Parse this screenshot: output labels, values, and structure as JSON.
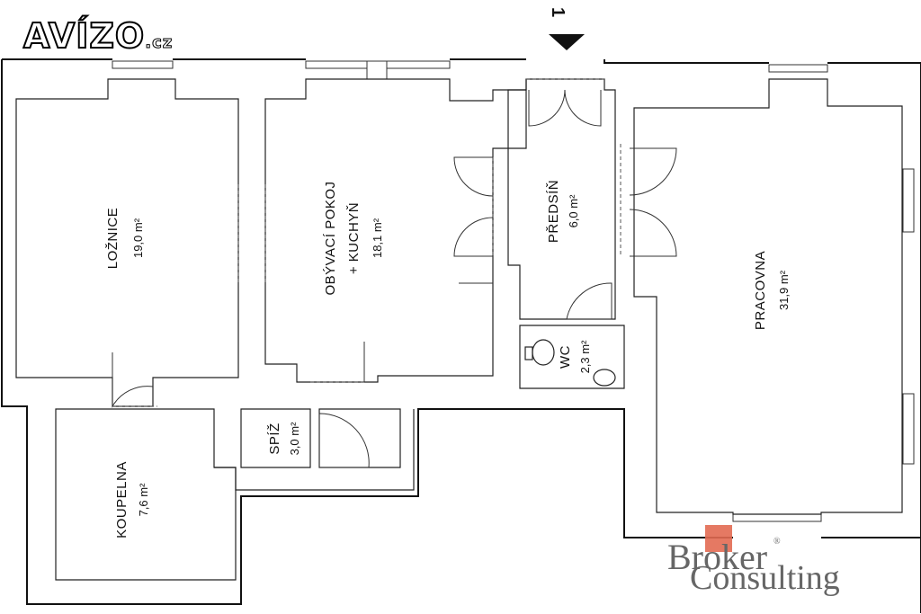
{
  "logos": {
    "avizo": "AVÍZO",
    "avizo_tld": ".cz",
    "broker": "Broker",
    "consulting": "Consulting",
    "registered": "®"
  },
  "entrance": {
    "number": "1"
  },
  "rooms": [
    {
      "name": "LOŽNICE",
      "area": "19,0 m²"
    },
    {
      "name": "OBÝVACÍ POKOJ",
      "name2": "+ KUCHYŇ",
      "area": "18,1 m²"
    },
    {
      "name": "PŘEDSÍŇ",
      "area": "6,0 m²"
    },
    {
      "name": "PRACOVNA",
      "area": "31,9 m²"
    },
    {
      "name": "WC",
      "area": "2,3 m²"
    },
    {
      "name": "SPÍŽ",
      "area": "3,0 m²"
    },
    {
      "name": "KOUPELNA",
      "area": "7,6 m²"
    }
  ]
}
